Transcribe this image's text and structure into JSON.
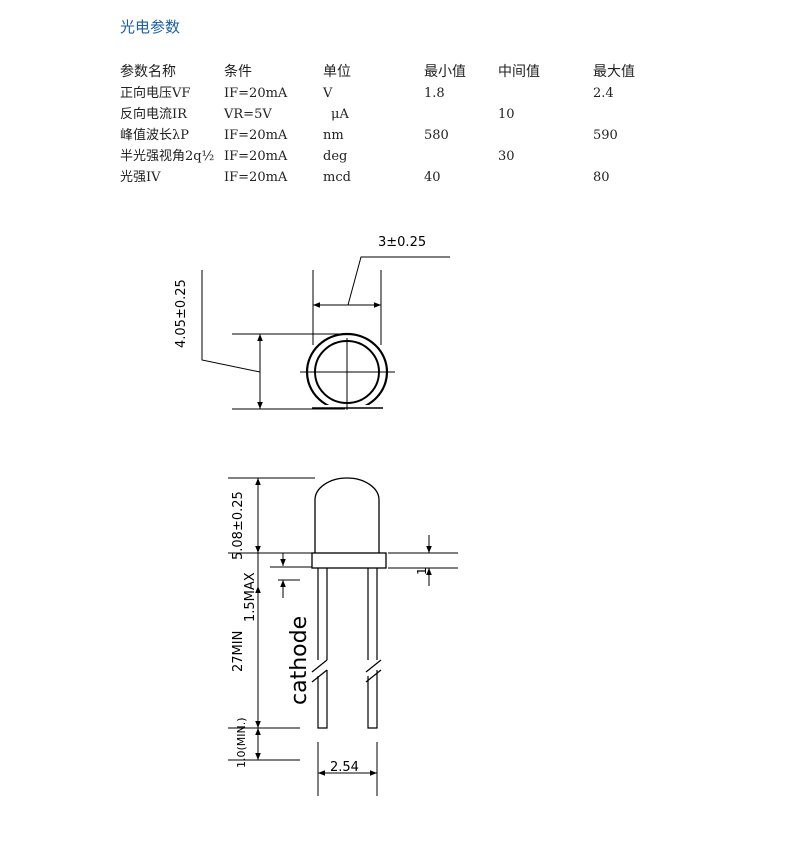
{
  "title": "光电参数",
  "table": {
    "headers": [
      "参数名称",
      "条件",
      "单位",
      "最小值",
      "中间值",
      "最大值"
    ],
    "rows": [
      [
        "正向电压VF",
        "IF=20mA",
        "V",
        "1.8",
        "",
        "2.4"
      ],
      [
        "反向电流IR",
        "VR=5V",
        "μA",
        "",
        "10",
        ""
      ],
      [
        "峰值波长λP",
        "IF=20mA",
        "nm",
        "580",
        "",
        "590"
      ],
      [
        "半光强视角2q½",
        "IF=20mA",
        "deg",
        "",
        "30",
        ""
      ],
      [
        "光强IV",
        "IF=20mA",
        "mcd",
        "40",
        "",
        "80"
      ]
    ]
  },
  "drawing": {
    "top_view": {
      "width_dim": "3±0.25",
      "height_dim": "4.05±0.25"
    },
    "side_view": {
      "dome_dim": "5.08±0.25",
      "flange_dim": "1.5MAX",
      "lead_dim": "27MIN",
      "tip_dim": "1.0(MIN.)",
      "pitch_dim": "2.54",
      "flange_thickness_dim": "1",
      "cathode_label": "cathode"
    }
  }
}
